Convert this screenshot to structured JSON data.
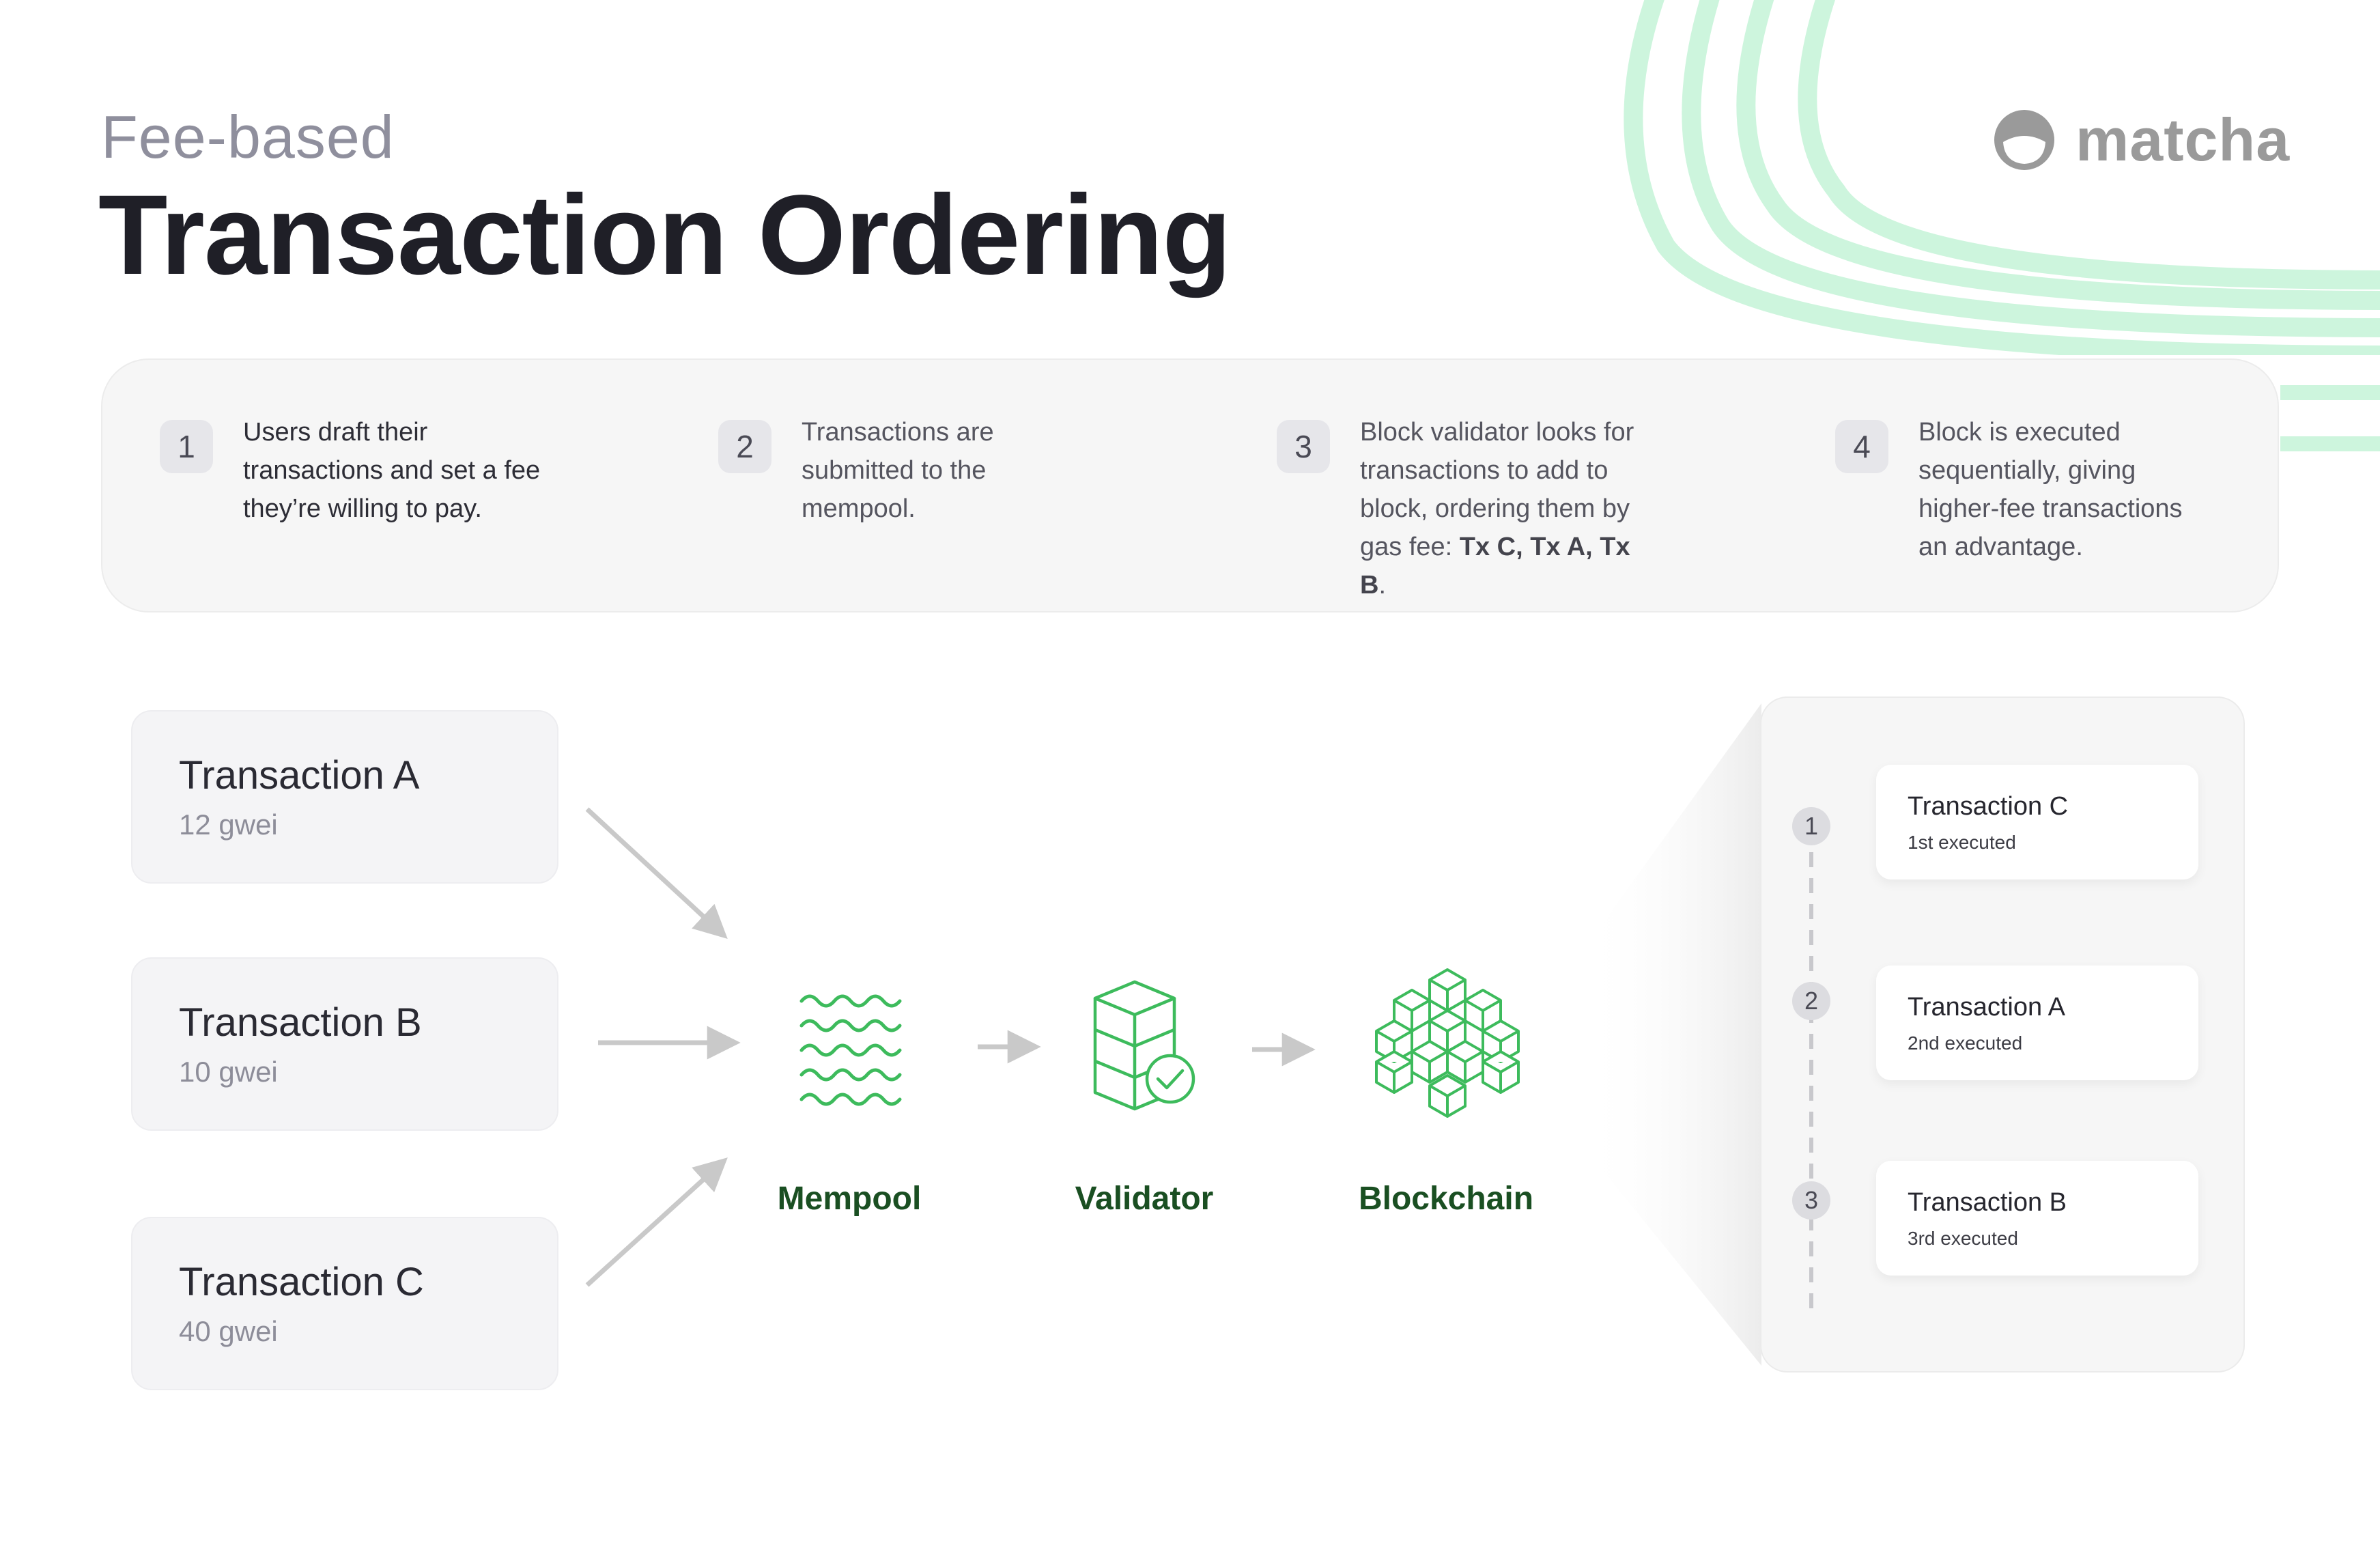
{
  "header": {
    "kicker": "Fee-based",
    "title": "Transaction Ordering"
  },
  "brand": {
    "name": "matcha",
    "icon": "matcha-logo-icon"
  },
  "steps": [
    {
      "number": "1",
      "text": "Users draft their transactions and set a fee they’re willing to pay."
    },
    {
      "number": "2",
      "text": "Transactions are submitted to the mempool."
    },
    {
      "number": "3",
      "text_prefix": "Block validator looks for transactions to add to block, ordering them by gas fee: ",
      "text_bold": "Tx C, Tx A, Tx B",
      "text_suffix": "."
    },
    {
      "number": "4",
      "text": "Block is executed sequentially, giving higher-fee transactions an advantage."
    }
  ],
  "transactions": [
    {
      "name": "Transaction A",
      "fee": "12 gwei"
    },
    {
      "name": "Transaction B",
      "fee": "10 gwei"
    },
    {
      "name": "Transaction C",
      "fee": "40 gwei"
    }
  ],
  "pipeline": {
    "mempool": {
      "label": "Mempool",
      "icon": "waves-icon"
    },
    "validator": {
      "label": "Validator",
      "icon": "validator-check-icon"
    },
    "blockchain": {
      "label": "Blockchain",
      "icon": "cubes-icon"
    }
  },
  "execution_order": [
    {
      "number": "1",
      "name": "Transaction C",
      "status": "1st executed"
    },
    {
      "number": "2",
      "name": "Transaction A",
      "status": "2nd executed"
    },
    {
      "number": "3",
      "name": "Transaction B",
      "status": "3rd executed"
    }
  ],
  "colors": {
    "accent_green": "#3dbb5c",
    "decor_green": "#cdf5dd",
    "label_green": "#1a4f22",
    "title": "#1f1f27",
    "muted": "#8f8f9d"
  }
}
